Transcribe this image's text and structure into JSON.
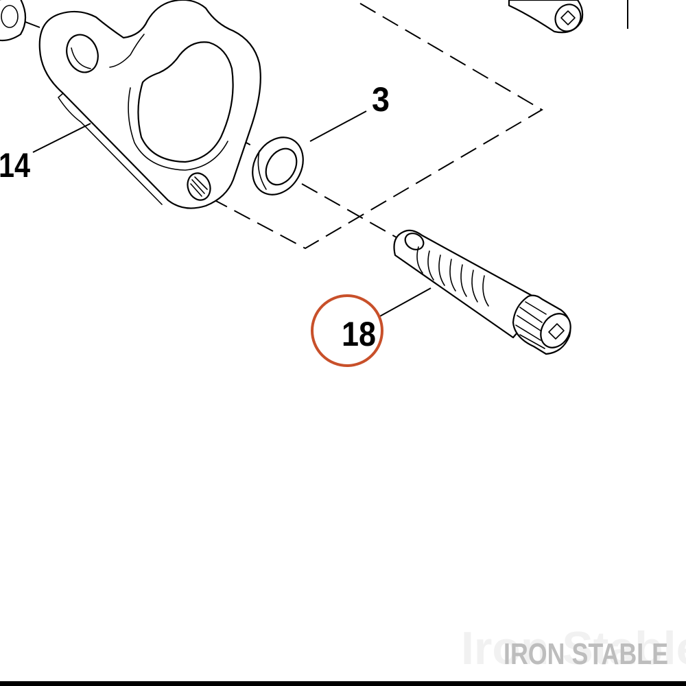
{
  "callouts": {
    "part_14": "14",
    "part_3": "3",
    "part_18": "18"
  },
  "highlight": {
    "target_part": "18",
    "color": "#c8502a"
  },
  "watermark": {
    "ghost_text": "Iron Stable",
    "text": "IRON STABLE"
  }
}
